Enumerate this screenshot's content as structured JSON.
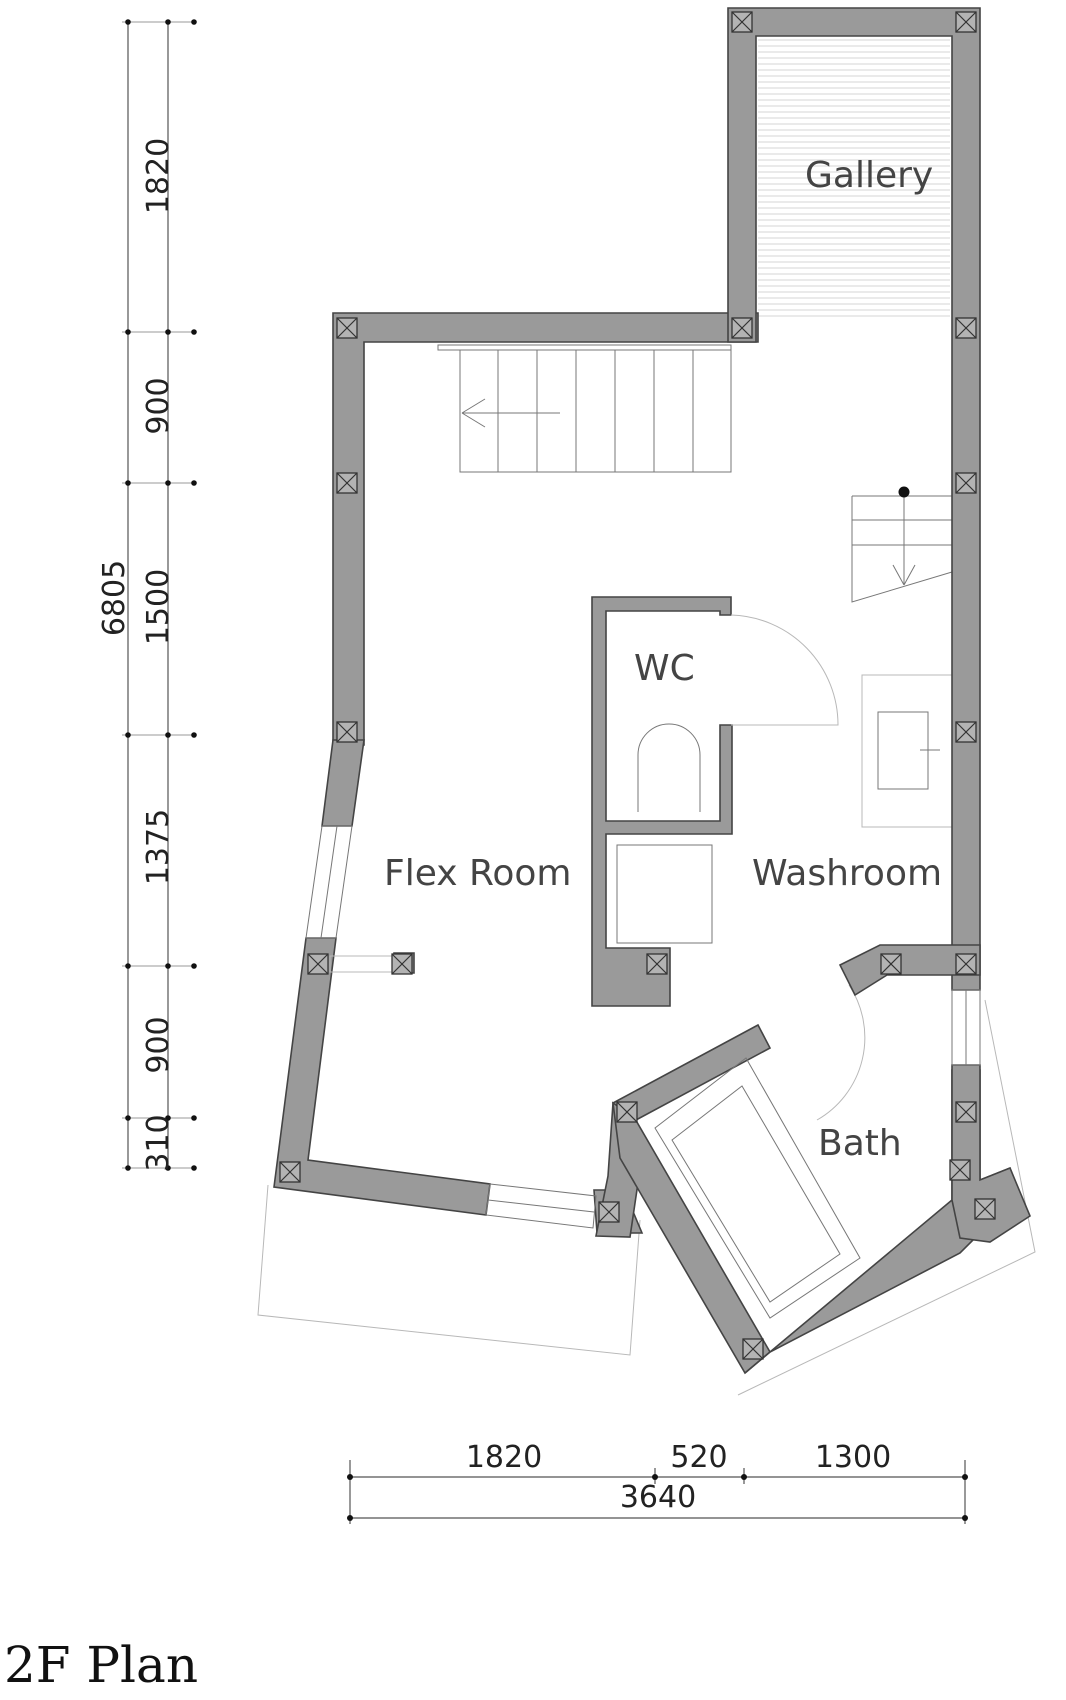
{
  "title": "2F Plan",
  "rooms": {
    "gallery": "Gallery",
    "wc": "WC",
    "flex_room": "Flex Room",
    "washroom": "Washroom",
    "bath": "Bath"
  },
  "dimensions": {
    "vertical": {
      "total": "6805",
      "segments": [
        "1820",
        "900",
        "1500",
        "1375",
        "900",
        "310"
      ]
    },
    "horizontal": {
      "total": "3640",
      "segments": [
        "1820",
        "520",
        "1300"
      ]
    }
  },
  "colors": {
    "wall_fill": "#9a9a9a",
    "wall_stroke": "#444444",
    "background": "#ffffff",
    "label": "#444444"
  }
}
